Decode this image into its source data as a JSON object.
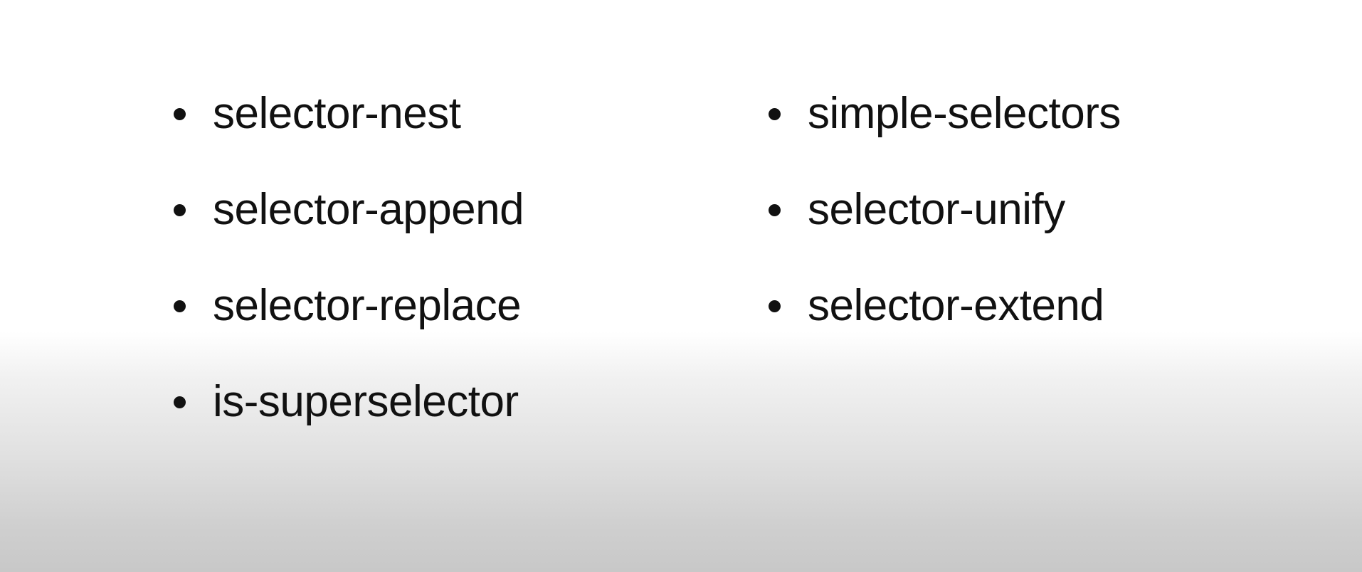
{
  "slide": {
    "left_column": [
      {
        "label": "selector-nest"
      },
      {
        "label": "selector-append"
      },
      {
        "label": "selector-replace"
      },
      {
        "label": "is-superselector"
      }
    ],
    "right_column": [
      {
        "label": "simple-selectors"
      },
      {
        "label": "selector-unify"
      },
      {
        "label": "selector-extend"
      }
    ]
  }
}
